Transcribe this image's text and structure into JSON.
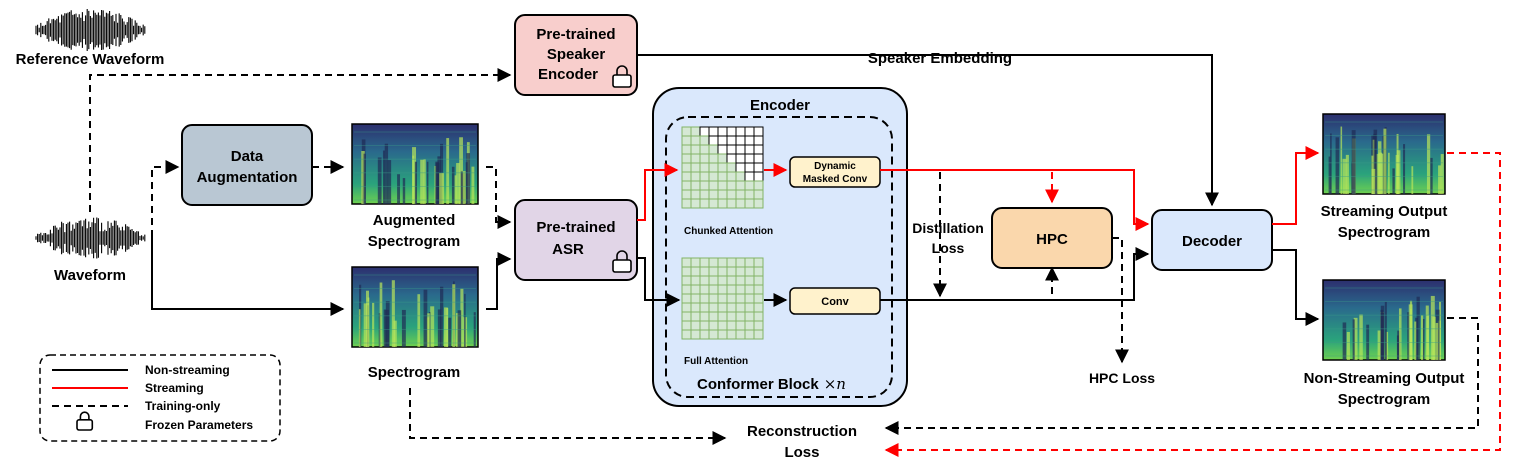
{
  "colors": {
    "speaker_encoder_fill": "#f8cecc",
    "augmentation_fill": "#b9c7d3",
    "asr_fill": "#e1d5e7",
    "encoder_fill": "#dae8fc",
    "hpc_fill": "#fad7ac",
    "decoder_fill": "#dae8fc",
    "conv_fill": "#fff2cc",
    "attention_grid": "#82b366",
    "attention_fill": "#d5e8d4",
    "streaming_line": "#ff0000",
    "nonstreaming_line": "#000000"
  },
  "icons": {
    "waveform": "waveform-icon",
    "spectrogram": "spectrogram-icon",
    "frozen": "lock-icon"
  },
  "labels": {
    "reference_waveform": "Reference Waveform",
    "waveform": "Waveform",
    "speaker_encoder": [
      "Pre-trained",
      "Speaker",
      "Encoder"
    ],
    "speaker_embedding": "Speaker Embedding",
    "data_augmentation": [
      "Data",
      "Augmentation"
    ],
    "augmented_spectrogram": [
      "Augmented",
      "Spectrogram"
    ],
    "spectrogram": "Spectrogram",
    "asr": [
      "Pre-trained",
      "ASR"
    ],
    "encoder": "Encoder",
    "chunked_attention": "Chunked Attention",
    "full_attention": "Full Attention",
    "dynamic_masked_conv": [
      "Dynamic",
      "Masked Conv"
    ],
    "conv": "Conv",
    "conformer_block": "Conformer Block",
    "conformer_times": "×",
    "conformer_n": "n",
    "distillation_loss": [
      "Distillation",
      "Loss"
    ],
    "hpc": "HPC",
    "hpc_loss": "HPC Loss",
    "decoder": "Decoder",
    "streaming_output": [
      "Streaming Output",
      "Spectrogram"
    ],
    "nonstreaming_output": [
      "Non-Streaming Output",
      "Spectrogram"
    ],
    "reconstruction_loss": [
      "Reconstruction",
      "Loss"
    ]
  },
  "legend": {
    "non_streaming": "Non-streaming",
    "streaming": "Streaming",
    "training_only": "Training-only",
    "frozen": "Frozen Parameters"
  }
}
